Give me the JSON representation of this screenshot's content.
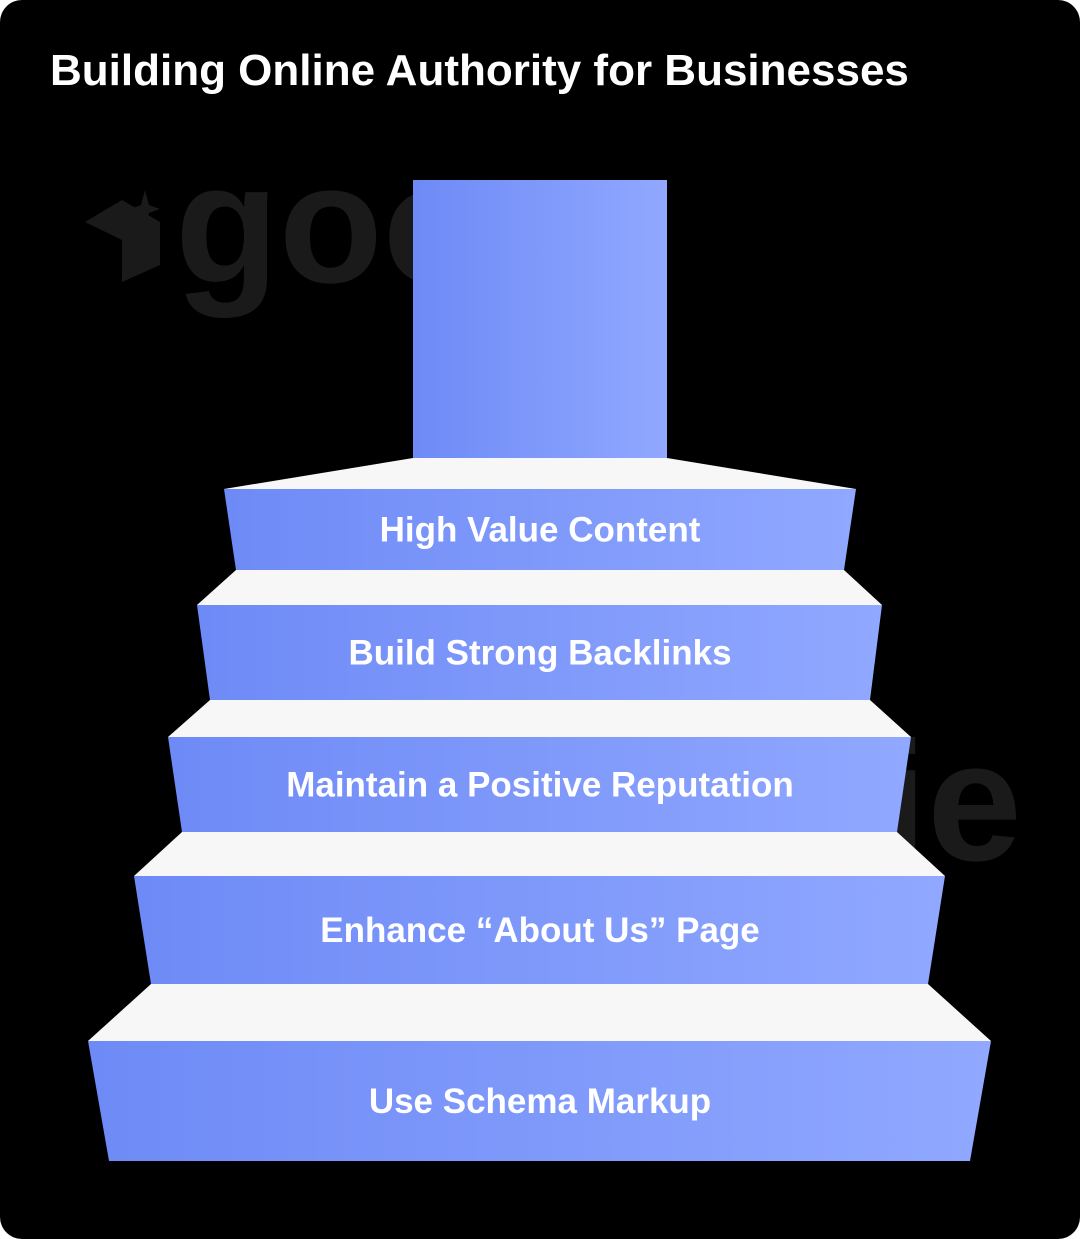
{
  "title": "Building Online Authority for Businesses",
  "watermark": "goodie",
  "colors": {
    "background": "#000000",
    "step_left": "#6e8af6",
    "step_right": "#90a8ff",
    "tread": "#f7f7f7",
    "text": "#ffffff"
  },
  "steps": [
    {
      "label": "High Value Content"
    },
    {
      "label": "Build Strong Backlinks"
    },
    {
      "label": "Maintain a Positive Reputation"
    },
    {
      "label": "Enhance “About Us” Page"
    },
    {
      "label": "Use Schema Markup"
    }
  ]
}
